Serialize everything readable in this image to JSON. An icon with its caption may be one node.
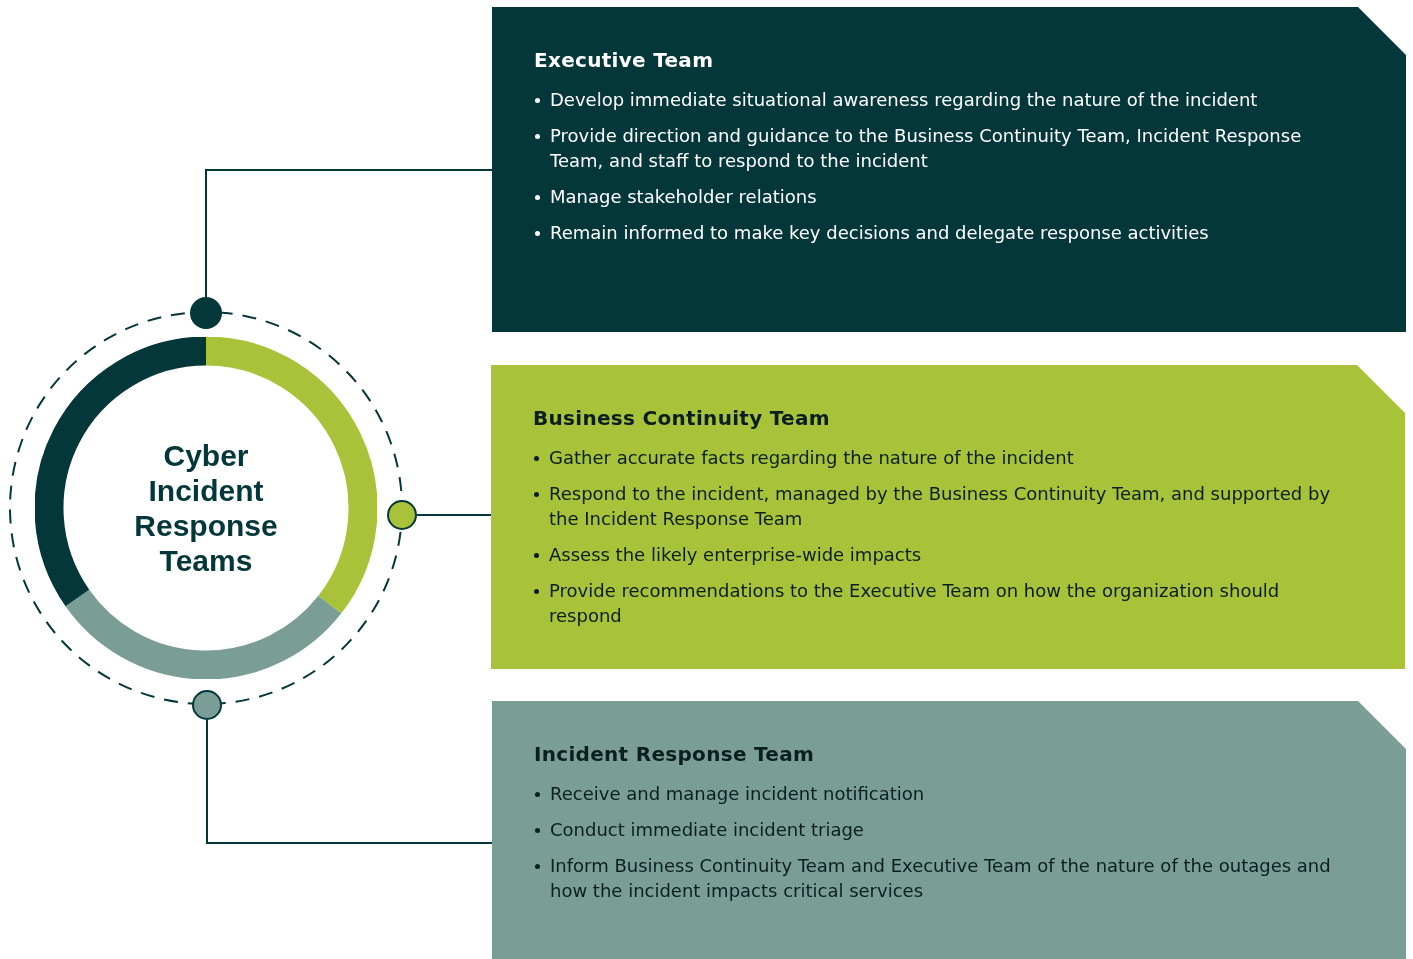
{
  "diagram": {
    "nodes": [
      {
        "text": [
          "Cyber Incident Response Teams"
        ]
      },
      {
        "text": [
          "Executive Team",
          "Develop immediate situational awareness regarding the nature of the incident",
          "Provide direction and guidance to the Business Continuity Team, Incident Response Team, and staff to respond to the incident",
          "Manage stakeholder relations",
          "Remain informed to make key decisions and delegate response activities"
        ]
      },
      {
        "text": [
          "Business Continuity Team",
          "Gather accurate facts regarding the nature of the incident",
          "Respond to the incident, managed by the Business Continuity Team, and supported by the Incident Response Team",
          "Assess the likely enterprise-wide impacts",
          "Provide recommendations to the Executive Team on how the organization should respond"
        ]
      },
      {
        "text": [
          "Incident Response Team",
          "Receive and manage incident notification",
          "Conduct immediate incident triage",
          "Inform Business Continuity Team and Executive Team of the nature of the outages and how the incident impacts critical services"
        ]
      },
      {
        "text": [],
        "shape": "circle"
      },
      {
        "text": [],
        "shape": "circle"
      },
      {
        "text": [],
        "shape": "circle"
      }
    ],
    "edges": [
      {
        "from": 4,
        "to": 1,
        "arrow": "none"
      },
      {
        "from": 5,
        "to": 2,
        "arrow": "none"
      },
      {
        "from": 6,
        "to": 3,
        "arrow": "none"
      }
    ]
  }
}
